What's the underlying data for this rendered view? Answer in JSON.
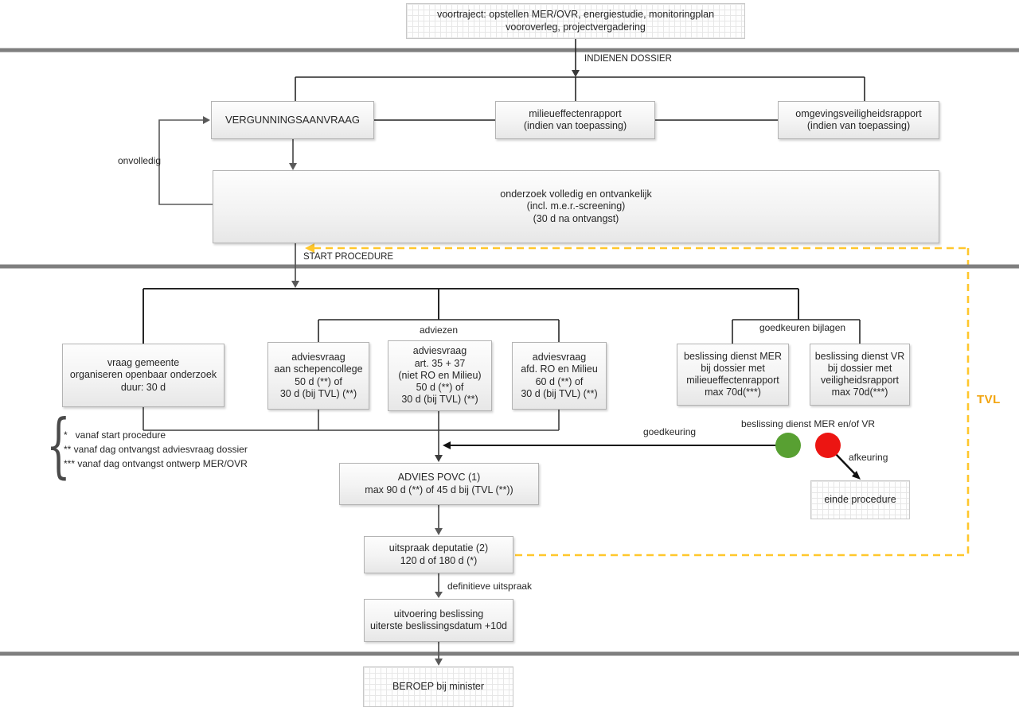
{
  "title": "vergunningsprocedure stroomschema",
  "colors": {
    "band_gray": "#7f7f7f",
    "connector_black": "#262626",
    "connector_gray": "#595959",
    "accent_yellow": "#ffc72c",
    "tvl_orange": "#f2a40e",
    "approve_green": "#58a032",
    "reject_red": "#ec1512"
  },
  "nodes": {
    "voortraject": {
      "text": "voortraject: opstellen MER/OVR, energiestudie, monitoringplan\nvooroverleg, projectvergadering"
    },
    "vergunningsaanvraag": {
      "text": "VERGUNNINGSAANVRAAG"
    },
    "milieueffectenrapport": {
      "text": "milieueffectenrapport\n(indien van toepassing)"
    },
    "omgevingsveiligheidsrapport": {
      "text": "omgevingsveiligheidsrapport\n(indien van toepassing)"
    },
    "onderzoek": {
      "text": "onderzoek volledig en ontvankelijk\n(incl. m.e.r.-screening)\n(30 d na ontvangst)"
    },
    "vraag_gemeente": {
      "text": "vraag gemeente\norganiseren openbaar onderzoek\nduur: 30 d"
    },
    "schepencollege": {
      "text": "adviesvraag\naan schepencollege\n50 d (**) of\n30 d (bij TVL) (**)"
    },
    "art_35_37": {
      "text": "adviesvraag\nart. 35 + 37\n(niet RO en Milieu)\n50 d (**) of\n30 d (bij TVL) (**)"
    },
    "ro_milieu": {
      "text": "adviesvraag\nafd. RO en Milieu\n60 d (**) of\n30 d (bij TVL) (**)"
    },
    "beslissing_mer": {
      "text": "beslissing dienst MER\nbij dossier met\nmilieueffectenrapport\nmax 70d(***)"
    },
    "beslissing_vr": {
      "text": "beslissing dienst VR\nbij dossier met\nveiligheidsrapport\nmax 70d(***)"
    },
    "einde_procedure": {
      "text": "einde procedure"
    },
    "advies_povc": {
      "text": "ADVIES POVC (1)\nmax 90 d (**) of 45 d bij (TVL (**))"
    },
    "uitspraak_deputatie": {
      "text": "uitspraak deputatie (2)\n120 d of 180 d (*)"
    },
    "uitvoering_beslissing": {
      "text": "uitvoering beslissing\nuiterste beslissingsdatum +10d"
    },
    "beroep_minister": {
      "text": "BEROEP bij minister"
    }
  },
  "labels": {
    "indienen_dossier": "INDIENEN DOSSIER",
    "onvolledig": "onvolledig",
    "start_procedure": "START PROCEDURE",
    "adviezen": "adviezen",
    "goedkeuren_bijlagen": "goedkeuren bijlagen",
    "goedkeuring": "goedkeuring",
    "beslissing_mer_vr": "beslissing dienst MER en/of VR",
    "afkeuring": "afkeuring",
    "definitieve_uitspraak": "definitieve uitspraak",
    "tvl": "TVL"
  },
  "footnotes": {
    "line1": "*   vanaf start procedure",
    "line2": "** vanaf dag ontvangst adviesvraag dossier",
    "line3": "*** vanaf dag ontvangst ontwerp MER/OVR"
  }
}
